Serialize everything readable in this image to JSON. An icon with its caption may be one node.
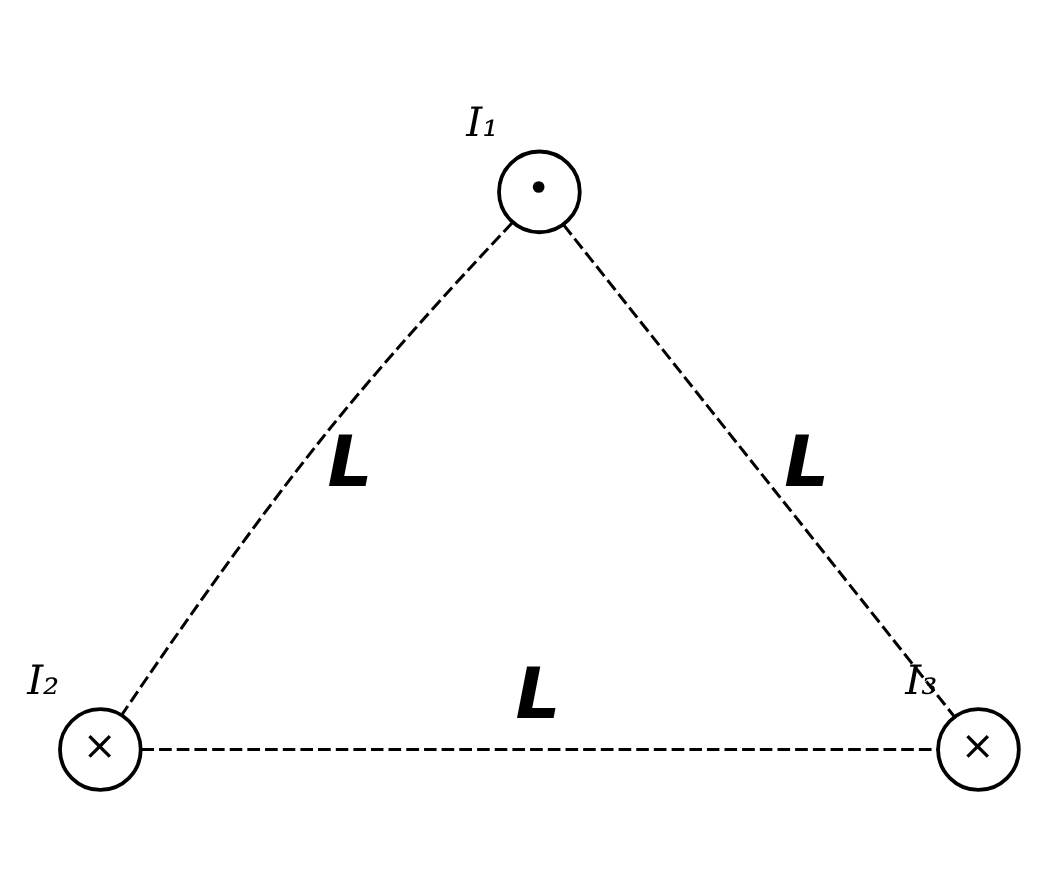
{
  "diagram": {
    "nodes": [
      {
        "text": [
          "•"
        ],
        "beside": [
          "I₁"
        ]
      },
      {
        "text": [
          "×"
        ],
        "beside": [
          "I₂"
        ]
      },
      {
        "text": [
          "×"
        ],
        "beside": [
          "I₃"
        ]
      }
    ],
    "edges": [
      {
        "from": 0,
        "to": 1,
        "arrow": "none",
        "style": "dashed",
        "label": "L"
      },
      {
        "from": 0,
        "to": 2,
        "arrow": "none",
        "style": "dashed",
        "label": "L"
      },
      {
        "from": 1,
        "to": 2,
        "arrow": "none",
        "style": "dashed",
        "label": "L"
      }
    ]
  }
}
